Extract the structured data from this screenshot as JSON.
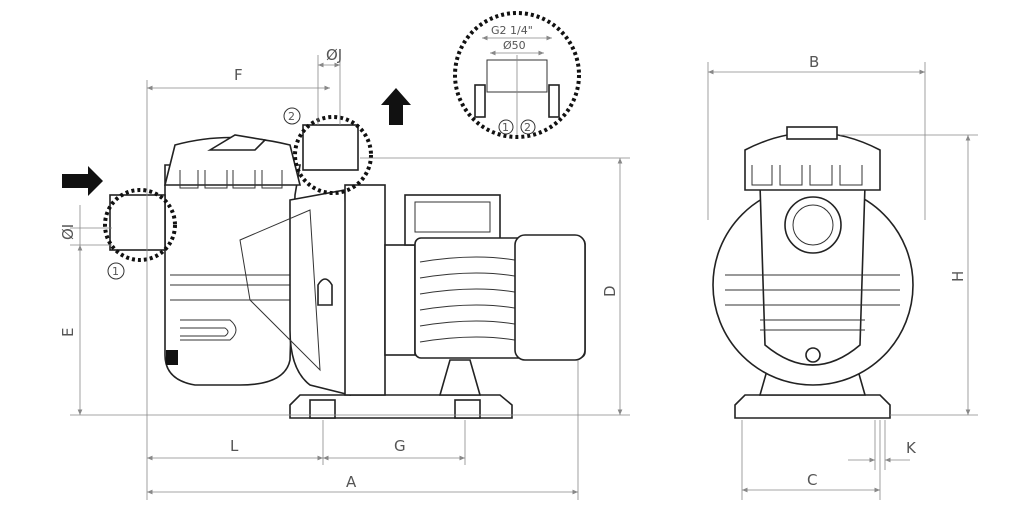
{
  "title": "Pump dimensional drawing",
  "dimensions": {
    "A": "A",
    "B": "B",
    "C": "C",
    "D": "D",
    "E": "E",
    "F": "F",
    "G": "G",
    "H": "H",
    "K": "K",
    "L": "L",
    "I": "ØI",
    "J": "ØJ"
  },
  "detail": {
    "thread": "G2 1/4\"",
    "diameter": "Ø50",
    "callout_1": "1",
    "callout_2": "2"
  },
  "callouts": {
    "inlet": "1",
    "outlet": "2"
  }
}
